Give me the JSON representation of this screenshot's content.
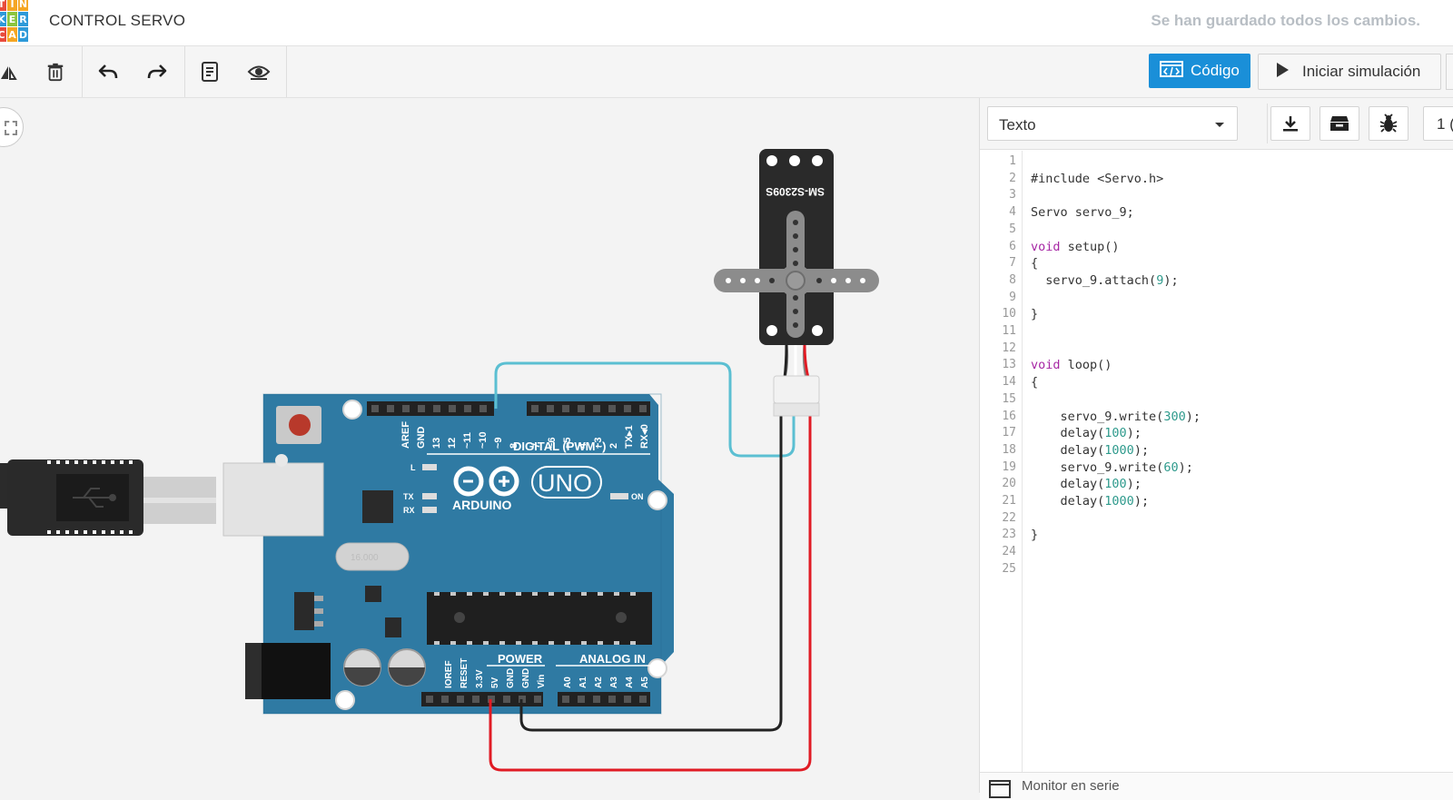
{
  "app": {
    "logo_letters": [
      "T",
      "I",
      "N",
      "K",
      "E",
      "R",
      "C",
      "A",
      "D"
    ],
    "logo_colors": [
      "#e84b3c",
      "#f5a623",
      "#f5a623",
      "#2e9ad9",
      "#8bc53f",
      "#2e9ad9",
      "#e84b3c",
      "#f5a623",
      "#2e9ad9"
    ],
    "title": "CONTROL SERVO",
    "save_status": "Se han guardado todos los cambios."
  },
  "toolbar": {
    "tools": [
      "rotate-icon",
      "trash-icon",
      "undo-icon",
      "redo-icon",
      "notes-icon",
      "visibility-icon"
    ],
    "code_button": "Código",
    "simulate_button": "Iniciar simulación"
  },
  "code_panel": {
    "mode_select": "Texto",
    "page_selector": "1 (",
    "action_icons": [
      "download-icon",
      "components-library-icon",
      "debug-bug-icon"
    ],
    "line_numbers": [
      "1",
      "2",
      "3",
      "4",
      "5",
      "6",
      "7",
      "8",
      "9",
      "10",
      "11",
      "12",
      "13",
      "14",
      "15",
      "16",
      "17",
      "18",
      "19",
      "20",
      "21",
      "22",
      "23",
      "24",
      "25"
    ],
    "lines": [
      {
        "line": 2,
        "indent": "",
        "parts": [
          {
            "t": "#include <Servo.h>",
            "c": ""
          }
        ]
      },
      {
        "line": 4,
        "indent": "",
        "parts": [
          {
            "t": "Servo servo_9;",
            "c": ""
          }
        ]
      },
      {
        "line": 6,
        "indent": "",
        "parts": [
          {
            "t": "void",
            "c": "kw"
          },
          {
            "t": " setup()",
            "c": ""
          }
        ]
      },
      {
        "line": 7,
        "indent": "",
        "parts": [
          {
            "t": "{",
            "c": ""
          }
        ]
      },
      {
        "line": 8,
        "indent": "  ",
        "parts": [
          {
            "t": "servo_9.attach(",
            "c": ""
          },
          {
            "t": "9",
            "c": "num"
          },
          {
            "t": ");",
            "c": ""
          }
        ]
      },
      {
        "line": 10,
        "indent": "",
        "parts": [
          {
            "t": "}",
            "c": ""
          }
        ]
      },
      {
        "line": 13,
        "indent": "",
        "parts": [
          {
            "t": "void",
            "c": "kw"
          },
          {
            "t": " loop()",
            "c": ""
          }
        ]
      },
      {
        "line": 14,
        "indent": "",
        "parts": [
          {
            "t": "{",
            "c": ""
          }
        ]
      },
      {
        "line": 16,
        "indent": "    ",
        "parts": [
          {
            "t": "servo_9.write(",
            "c": ""
          },
          {
            "t": "300",
            "c": "num"
          },
          {
            "t": ");",
            "c": ""
          }
        ]
      },
      {
        "line": 17,
        "indent": "    ",
        "parts": [
          {
            "t": "delay(",
            "c": ""
          },
          {
            "t": "100",
            "c": "num"
          },
          {
            "t": ");",
            "c": ""
          }
        ]
      },
      {
        "line": 18,
        "indent": "    ",
        "parts": [
          {
            "t": "delay(",
            "c": ""
          },
          {
            "t": "1000",
            "c": "num"
          },
          {
            "t": ");",
            "c": ""
          }
        ]
      },
      {
        "line": 19,
        "indent": "    ",
        "parts": [
          {
            "t": "servo_9.write(",
            "c": ""
          },
          {
            "t": "60",
            "c": "num"
          },
          {
            "t": ");",
            "c": ""
          }
        ]
      },
      {
        "line": 20,
        "indent": "    ",
        "parts": [
          {
            "t": "delay(",
            "c": ""
          },
          {
            "t": "100",
            "c": "num"
          },
          {
            "t": ");",
            "c": ""
          }
        ]
      },
      {
        "line": 21,
        "indent": "    ",
        "parts": [
          {
            "t": "delay(",
            "c": ""
          },
          {
            "t": "1000",
            "c": "num"
          },
          {
            "t": ");",
            "c": ""
          }
        ]
      },
      {
        "line": 23,
        "indent": "",
        "parts": [
          {
            "t": "}",
            "c": ""
          }
        ]
      }
    ],
    "serial_monitor": "Monitor en serie"
  },
  "circuit": {
    "servo_label": "SM-S2309S",
    "board": {
      "digital_header": "DIGITAL (PWM~)",
      "digital_pins": [
        "AREF",
        "GND",
        "13",
        "12",
        "~11",
        "~10",
        "~9",
        "8",
        "7",
        "~6",
        "~5",
        "4",
        "~3",
        "2",
        "TX▸1",
        "RX◂0"
      ],
      "power_header": "POWER",
      "power_pins": [
        "IOREF",
        "RESET",
        "3.3V",
        "5V",
        "GND",
        "GND",
        "Vin"
      ],
      "analog_header": "ANALOG IN",
      "analog_pins": [
        "A0",
        "A1",
        "A2",
        "A3",
        "A4",
        "A5"
      ],
      "brand": "ARDUINO",
      "model": "UNO",
      "led_l": "L",
      "led_tx": "TX",
      "led_rx": "RX",
      "led_on": "ON",
      "crystal": "16.000"
    },
    "wire_colors": {
      "signal": "#5bbfd2",
      "ground": "#222222",
      "power": "#e01b24"
    }
  }
}
